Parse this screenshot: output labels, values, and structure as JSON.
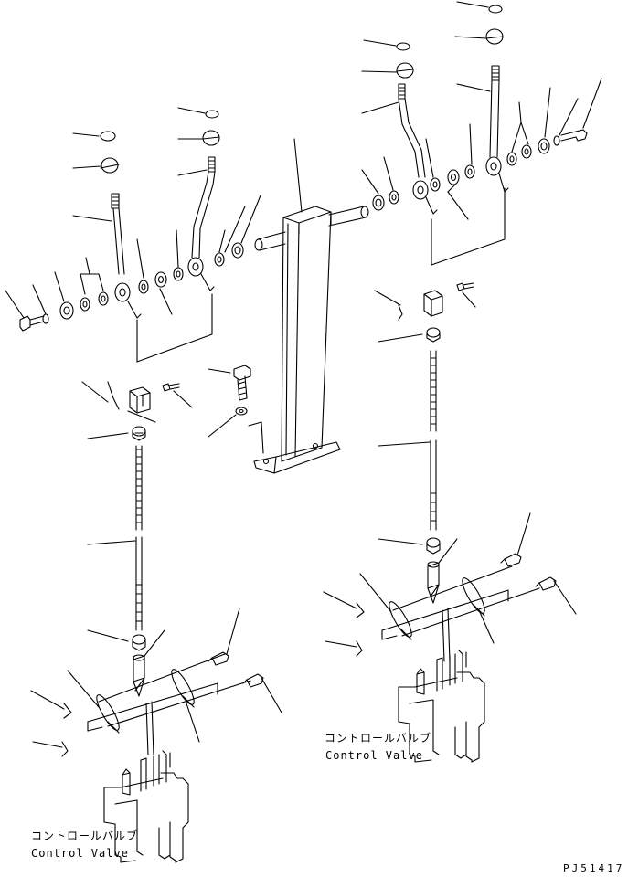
{
  "labels": {
    "right_valve_jp": "コントロールバルブ",
    "right_valve_en": "Control Valve",
    "left_valve_jp": "コントロールバルブ",
    "left_valve_en": "Control Valve",
    "drawing_code": "PJ51417"
  },
  "colors": {
    "line": "#000000",
    "background": "#ffffff"
  }
}
